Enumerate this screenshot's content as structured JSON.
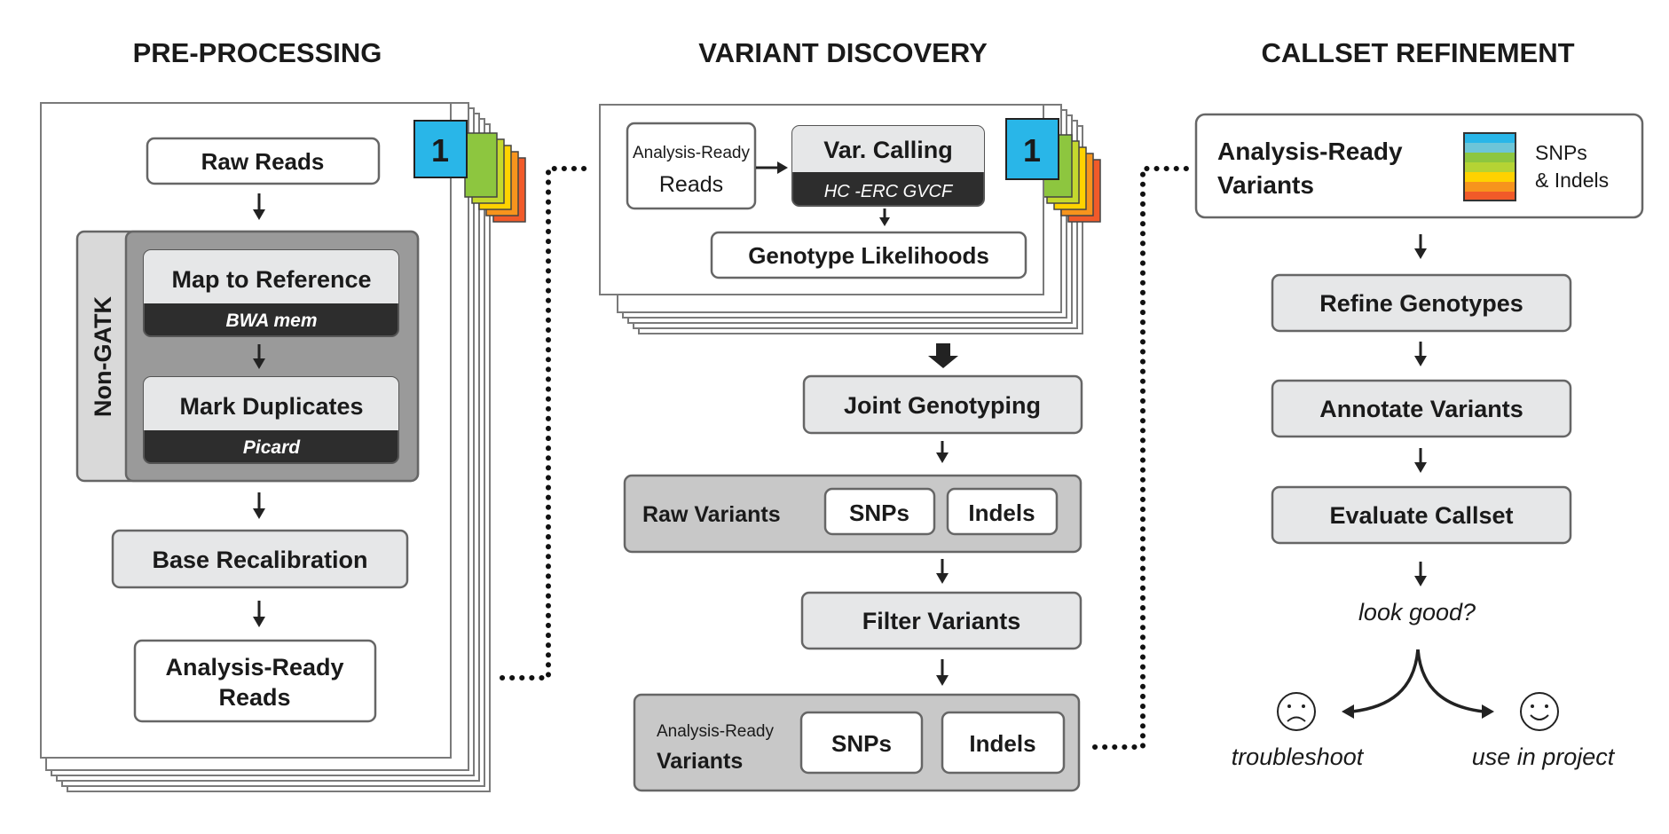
{
  "sections": {
    "preprocessing": "PRE-PROCESSING",
    "variant_discovery": "VARIANT DISCOVERY",
    "callset_refinement": "CALLSET REFINEMENT"
  },
  "preprocessing": {
    "raw_reads": "Raw Reads",
    "non_gatk": "Non-GATK",
    "map_to_reference": "Map to Reference",
    "bwa_mem": "BWA mem",
    "mark_duplicates": "Mark Duplicates",
    "picard": "Picard",
    "base_recalibration": "Base Recalibration",
    "analysis_ready_line1": "Analysis-Ready",
    "analysis_ready_line2": "Reads",
    "badge": "1"
  },
  "variant_discovery": {
    "ar_reads_line1": "Analysis-Ready",
    "ar_reads_line2": "Reads",
    "var_calling": "Var. Calling",
    "hc_erc": "HC -ERC GVCF",
    "genotype_likelihoods": "Genotype Likelihoods",
    "badge": "1",
    "joint_genotyping": "Joint Genotyping",
    "raw_variants": "Raw Variants",
    "snps": "SNPs",
    "indels": "Indels",
    "filter_variants": "Filter Variants",
    "ar_variants_line1": "Analysis-Ready",
    "ar_variants_line2": "Variants",
    "ar_snps": "SNPs",
    "ar_indels": "Indels"
  },
  "callset_refinement": {
    "ar_variants_line1": "Analysis-Ready",
    "ar_variants_line2": "Variants",
    "snps_label": "SNPs",
    "indels_label": "& Indels",
    "refine_genotypes": "Refine Genotypes",
    "annotate_variants": "Annotate Variants",
    "evaluate_callset": "Evaluate Callset",
    "look_good": "look good?",
    "troubleshoot": "troubleshoot",
    "use_in_project": "use in project"
  },
  "colors": {
    "badge_blue": "#29b6e8",
    "stack_green": "#8dc63f",
    "stack_yellowgreen": "#c4d82e",
    "stack_yellow": "#ffd200",
    "stack_orange": "#f7941d",
    "stack_red": "#f15a29",
    "legend_gradient": [
      "#29b6e8",
      "#6dc5d8",
      "#8dc63f",
      "#b5d334",
      "#ffd200",
      "#f7941d",
      "#f15a29"
    ]
  },
  "icons": [
    "sad-face-icon",
    "smiley-face-icon"
  ]
}
